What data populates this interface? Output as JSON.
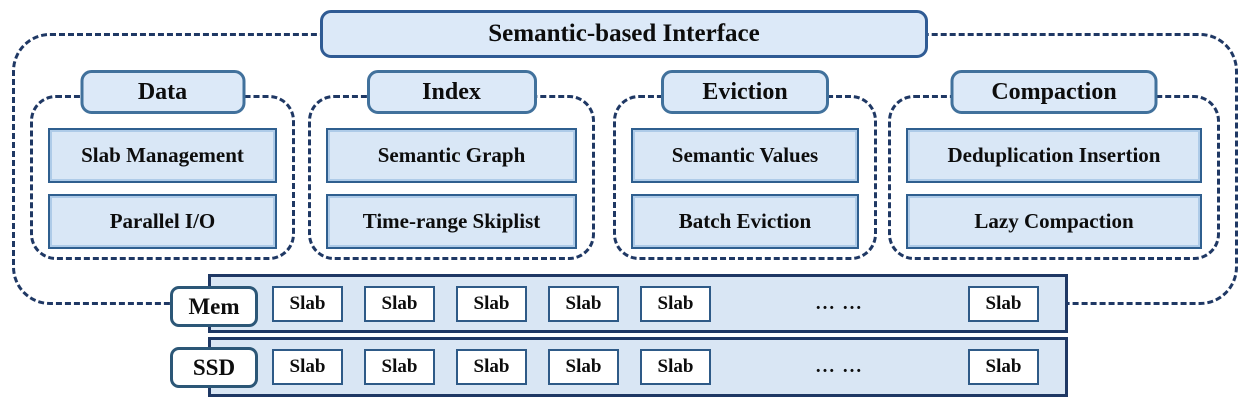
{
  "title": "Semantic-based Interface",
  "columns": [
    {
      "header": "Data",
      "items": [
        "Slab Management",
        "Parallel I/O"
      ]
    },
    {
      "header": "Index",
      "items": [
        "Semantic Graph",
        "Time-range Skiplist"
      ]
    },
    {
      "header": "Eviction",
      "items": [
        "Semantic Values",
        "Batch Eviction"
      ]
    },
    {
      "header": "Compaction",
      "items": [
        "Deduplication Insertion",
        "Lazy Compaction"
      ]
    }
  ],
  "storage": {
    "rows": [
      {
        "label": "Mem",
        "slabs": [
          "Slab",
          "Slab",
          "Slab",
          "Slab",
          "Slab",
          "Slab"
        ],
        "ellipsis": "... ..."
      },
      {
        "label": "SSD",
        "slabs": [
          "Slab",
          "Slab",
          "Slab",
          "Slab",
          "Slab",
          "Slab"
        ],
        "ellipsis": "... ..."
      }
    ]
  },
  "colors": {
    "dashed_outline": "#1f3864",
    "box_fill": "#dce9f8",
    "inner_box_fill": "#d9e7f6",
    "title_border": "#2f5b94",
    "header_border": "#41719c",
    "inner_box_border": "#2f5f8f",
    "slab_border": "#2e5a87",
    "band_fill": "#d9e6f4",
    "text": "#0d0d0d"
  }
}
